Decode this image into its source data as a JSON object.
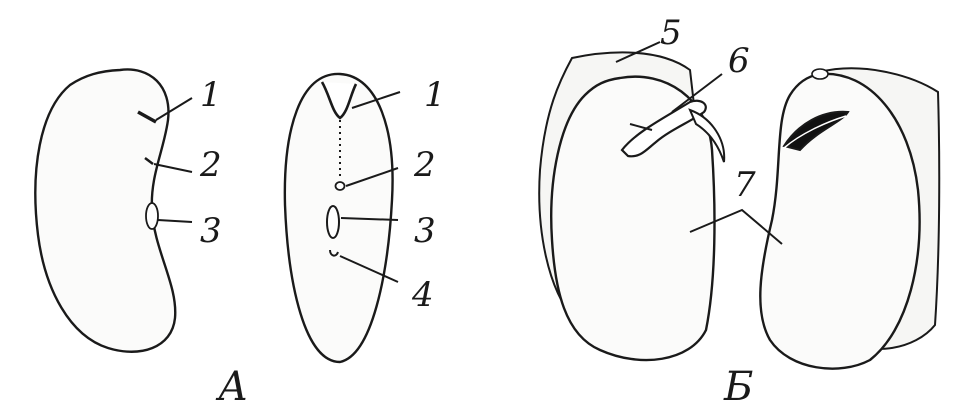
{
  "figure": {
    "panel_a": {
      "label": "А",
      "side_view_labels": [
        "1",
        "2",
        "3"
      ],
      "front_view_labels": [
        "1",
        "2",
        "3",
        "4"
      ]
    },
    "panel_b": {
      "label": "Б",
      "labels": [
        "5",
        "6",
        "7"
      ]
    }
  }
}
